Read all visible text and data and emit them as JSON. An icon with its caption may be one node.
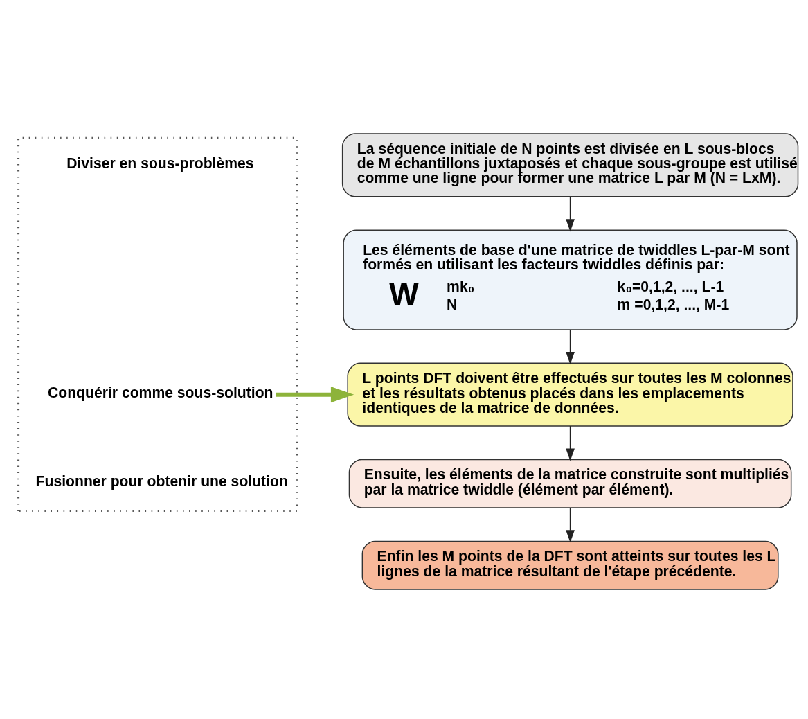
{
  "diagram": {
    "nodes": [
      {
        "text": [],
        "shape": "box"
      },
      {
        "text": [
          "Diviser en sous-problèmes"
        ],
        "in": 0
      },
      {
        "text": [
          "Conquérir comme sous-solution"
        ],
        "in": 0
      },
      {
        "text": [
          "Fusionner pour obtenir une solution"
        ],
        "in": 0
      },
      {
        "text": [
          "La séquence initiale de N points est divisée en L sous-blocs de M échantillons juxtaposés et chaque sous-groupe est utilisé comme une ligne pour former une matrice L par M (N = LxM)."
        ]
      },
      {
        "text": [
          "Les éléments de base d'une matrice de twiddles L-par-M sont formés en utilisant les facteurs twiddles définis par:",
          "W",
          "mk₀",
          "N",
          "k₀=0,1,2, ..., L-1",
          "m =0,1,2, ..., M-1"
        ]
      },
      {
        "text": [
          "L points DFT doivent être effectués sur toutes les M colonnes et les résultats obtenus placés dans les emplacements identiques de la matrice de données."
        ]
      },
      {
        "text": [
          "Ensuite, les éléments de la matrice construite sont multipliés par la matrice twiddle (élément par élément)."
        ]
      },
      {
        "text": [
          "Enfin les M points de la DFT sont atteints sur toutes les L lignes de la matrice résultant de l'étape précédente."
        ]
      }
    ],
    "edges": [
      {
        "from": 4,
        "to": 5,
        "arrow": "to"
      },
      {
        "from": 5,
        "to": 6,
        "arrow": "to"
      },
      {
        "from": 6,
        "to": 7,
        "arrow": "to"
      },
      {
        "from": 7,
        "to": 8,
        "arrow": "to"
      },
      {
        "from": 2,
        "to": 6,
        "arrow": "to",
        "style": "thick",
        "color": "#8db33a"
      }
    ]
  }
}
